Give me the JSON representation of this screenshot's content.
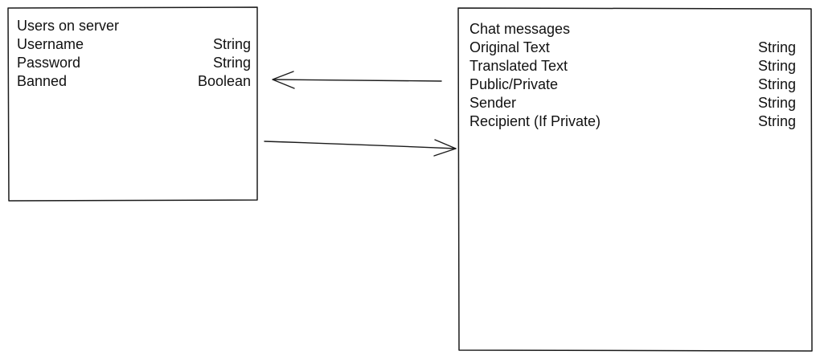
{
  "users_table": {
    "title": "Users on server",
    "fields": [
      {
        "name": "Username",
        "type": "String"
      },
      {
        "name": "Password",
        "type": "String"
      },
      {
        "name": "Banned",
        "type": "Boolean"
      }
    ]
  },
  "chat_table": {
    "title": "Chat messages",
    "fields": [
      {
        "name": "Original Text",
        "type": "String"
      },
      {
        "name": "Translated Text",
        "type": "String"
      },
      {
        "name": "Public/Private",
        "type": "String"
      },
      {
        "name": "Sender",
        "type": "String"
      },
      {
        "name": "Recipient (If Private)",
        "type": "String"
      }
    ]
  },
  "colors": {
    "stroke": "#1b1b1b",
    "text": "#111111",
    "background": "#ffffff"
  }
}
